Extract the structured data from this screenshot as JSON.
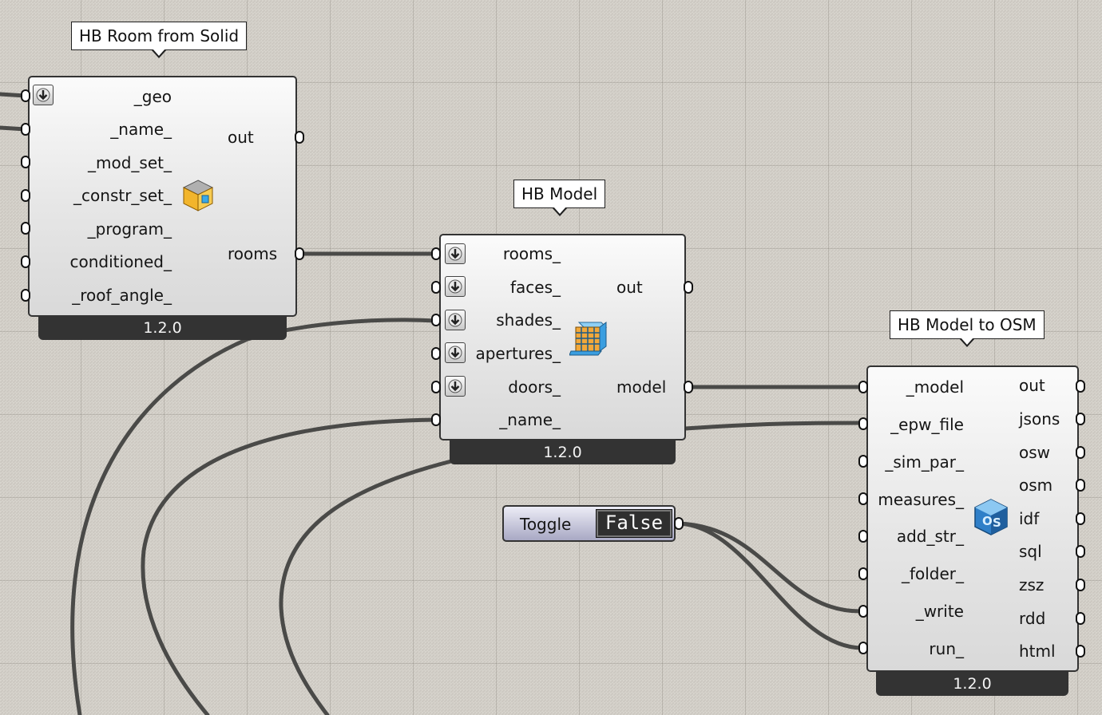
{
  "components": {
    "room_from_solid": {
      "title": "HB Room from Solid",
      "inputs": [
        "_geo",
        "_name_",
        "_mod_set_",
        "_constr_set_",
        "_program_",
        "conditioned_",
        "_roof_angle_"
      ],
      "outputs": [
        "out",
        "rooms"
      ],
      "version": "1.2.0"
    },
    "model": {
      "title": "HB Model",
      "inputs": [
        "rooms_",
        "faces_",
        "shades_",
        "apertures_",
        "doors_",
        "_name_"
      ],
      "outputs": [
        "out",
        "model"
      ],
      "version": "1.2.0"
    },
    "model_to_osm": {
      "title": "HB Model to OSM",
      "inputs": [
        "_model",
        "_epw_file",
        "_sim_par_",
        "measures_",
        "add_str_",
        "_folder_",
        "_write",
        "run_"
      ],
      "outputs": [
        "out",
        "jsons",
        "osw",
        "osm",
        "idf",
        "sql",
        "zsz",
        "rdd",
        "html"
      ],
      "version": "1.2.0"
    }
  },
  "toggle": {
    "label": "Toggle",
    "value": "False"
  },
  "icons": {
    "room_from_solid": "room-cube-icon",
    "model": "building-model-icon",
    "model_to_osm": "openstudio-icon",
    "flatten": "flatten-arrow-icon"
  },
  "colors": {
    "wire": "#4a4a48",
    "footer": "#333333",
    "canvas": "#d4d0c8"
  }
}
